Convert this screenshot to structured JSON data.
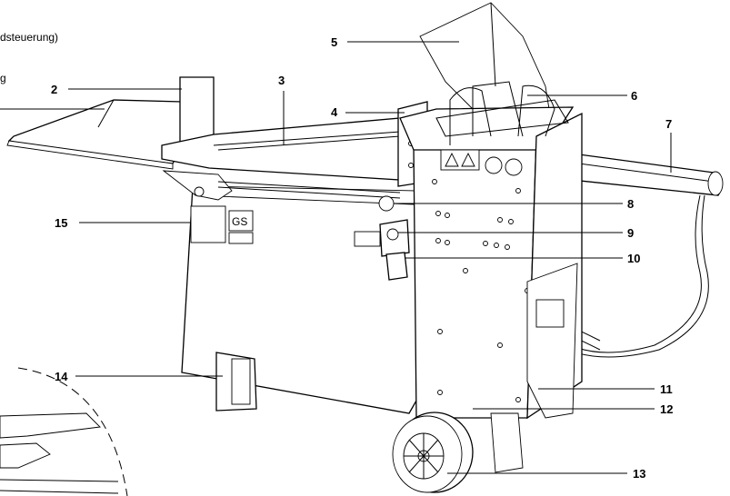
{
  "text_fragments": {
    "top_left": "dsteuerung)",
    "left_mid": "g"
  },
  "badge": "GS",
  "callouts": [
    {
      "id": "2",
      "label": "2"
    },
    {
      "id": "3",
      "label": "3"
    },
    {
      "id": "4",
      "label": "4"
    },
    {
      "id": "5",
      "label": "5"
    },
    {
      "id": "6",
      "label": "6"
    },
    {
      "id": "7",
      "label": "7"
    },
    {
      "id": "8",
      "label": "8"
    },
    {
      "id": "9",
      "label": "9"
    },
    {
      "id": "10",
      "label": "10"
    },
    {
      "id": "11",
      "label": "11"
    },
    {
      "id": "12",
      "label": "12"
    },
    {
      "id": "13",
      "label": "13"
    },
    {
      "id": "14",
      "label": "14"
    },
    {
      "id": "15",
      "label": "15"
    }
  ]
}
